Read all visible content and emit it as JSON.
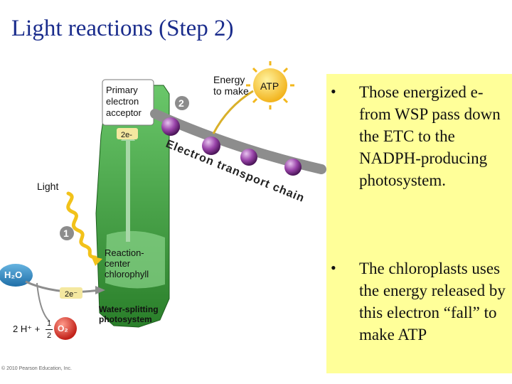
{
  "slide": {
    "title": "Light reactions (Step 2)",
    "bullets": [
      "Those energized e- from WSP pass down the ETC to the NADPH-producing photosystem.",
      "The chloroplasts uses the energy released by this electron “fall” to make ATP"
    ]
  },
  "diagram": {
    "primary_acceptor": [
      "Primary",
      "electron",
      "acceptor"
    ],
    "energy_to_make": [
      "Energy",
      "to make"
    ],
    "atp": "ATP",
    "step2": "2",
    "step1": "1",
    "electron_label_top": "2e-",
    "etc_text": "Electron transport chain",
    "light": "Light",
    "reaction_center": [
      "Reaction-",
      "center",
      "chlorophyll"
    ],
    "h2o": "H₂O",
    "electron_label_bottom": "2e⁻",
    "water_splitting": [
      "Water-splitting",
      "photosystem"
    ],
    "hydrogen": "2 H⁺ +",
    "half_num": "1",
    "half_den": "2",
    "o2": "O₂",
    "copyright": "© 2010 Pearson Education, Inc."
  },
  "colors": {
    "title": "#1a2c8c",
    "panel": "#ffff99",
    "photosystem": "#3d9a3d",
    "etc_sphere": "#8e3b9e",
    "atp_sun": "#f2b71c",
    "light_wave": "#f2c21a",
    "o2": "#d8332a",
    "h2o": "#1f6fa8"
  }
}
